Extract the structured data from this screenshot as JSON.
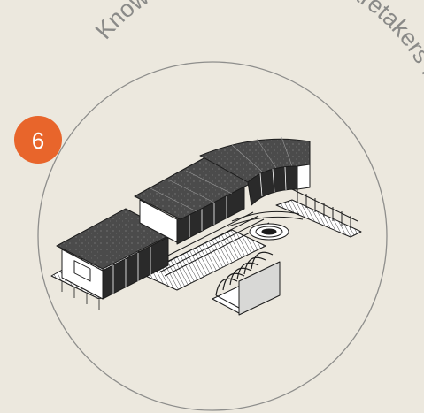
{
  "badge": {
    "number": "6",
    "color": "#e8652b"
  },
  "title": {
    "text": "Knowledge Centre and Caretakers Hut",
    "color": "#8a8a88"
  },
  "colors": {
    "background": "#ece8de",
    "circle": "#8e8e8c",
    "roof": "#4b4b4b",
    "line": "#1c1c1c",
    "paper": "#ffffff",
    "wall_dark": "#2a2a2a"
  },
  "illustration": {
    "name": "isometric-building-sketch"
  }
}
